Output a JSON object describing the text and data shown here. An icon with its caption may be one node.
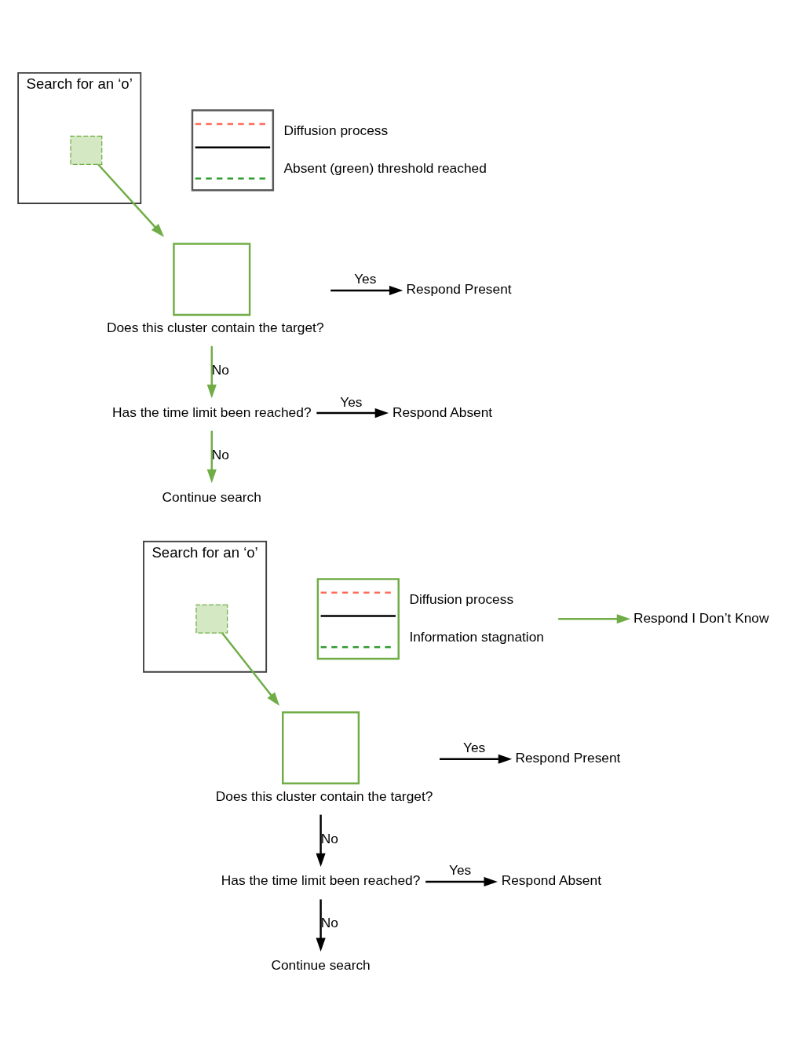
{
  "diagram": {
    "nodes": [
      {
        "text": [
          "Search for an ‘o’"
        ]
      },
      {
        "text": [],
        "shape": "box",
        "in": 0
      },
      {
        "text": [],
        "shape": "box",
        "beside": [
          "Diffusion process",
          "Absent (green) threshold reached"
        ]
      },
      {
        "text": [
          "Does this cluster contain the target?"
        ]
      },
      {
        "text": [
          "Respond Present"
        ]
      },
      {
        "text": [
          "Has the time limit been reached?"
        ]
      },
      {
        "text": [
          "Respond Absent"
        ]
      },
      {
        "text": [
          "Continue search"
        ]
      },
      {
        "text": [
          "Search for an ‘o’"
        ]
      },
      {
        "text": [],
        "shape": "box",
        "in": 8
      },
      {
        "text": [],
        "shape": "box",
        "beside": [
          "Diffusion process",
          "Information stagnation"
        ]
      },
      {
        "text": [
          "Respond I Don’t Know"
        ]
      },
      {
        "text": [
          "Does this cluster contain the target?"
        ]
      },
      {
        "text": [
          "Respond Present"
        ]
      },
      {
        "text": [
          "Has the time limit been reached?"
        ]
      },
      {
        "text": [
          "Respond Absent"
        ]
      },
      {
        "text": [
          "Continue search"
        ]
      }
    ],
    "edges": [
      {
        "from": 1,
        "to": 3,
        "arrow": "to",
        "color": "#70ad47"
      },
      {
        "from": 3,
        "to": 4,
        "arrow": "to",
        "label": "Yes"
      },
      {
        "from": 3,
        "to": 5,
        "arrow": "to",
        "label": "No",
        "color": "#70ad47"
      },
      {
        "from": 5,
        "to": 6,
        "arrow": "to",
        "label": "Yes"
      },
      {
        "from": 5,
        "to": 7,
        "arrow": "to",
        "label": "No",
        "color": "#70ad47"
      },
      {
        "from": 9,
        "to": 12,
        "arrow": "to",
        "color": "#70ad47"
      },
      {
        "from": 10,
        "to": 11,
        "arrow": "to",
        "color": "#70ad47"
      },
      {
        "from": 12,
        "to": 13,
        "arrow": "to",
        "label": "Yes"
      },
      {
        "from": 12,
        "to": 14,
        "arrow": "to",
        "label": "No"
      },
      {
        "from": 14,
        "to": 15,
        "arrow": "to",
        "label": "Yes"
      },
      {
        "from": 14,
        "to": 16,
        "arrow": "to",
        "label": "No"
      }
    ]
  }
}
